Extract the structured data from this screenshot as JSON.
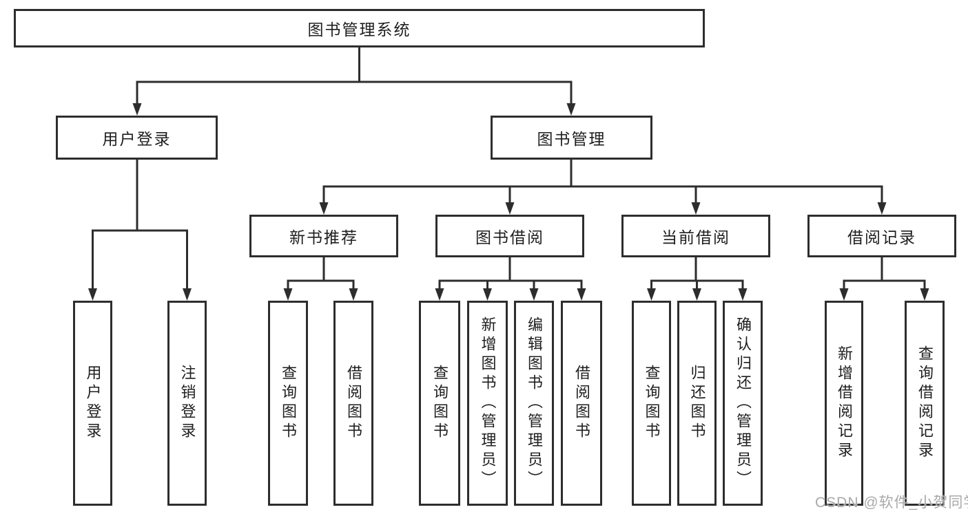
{
  "diagram": {
    "root": {
      "label": "图书管理系统"
    },
    "branches": [
      {
        "label": "用户登录",
        "children": [
          {
            "label": "用户登录"
          },
          {
            "label": "注销登录"
          }
        ]
      },
      {
        "label": "图书管理",
        "children": [
          {
            "label": "新书推荐",
            "children": [
              {
                "label": "查询图书"
              },
              {
                "label": "借阅图书"
              }
            ]
          },
          {
            "label": "图书借阅",
            "children": [
              {
                "label": "查询图书"
              },
              {
                "label": "新增图书（管理员）"
              },
              {
                "label": "编辑图书（管理员）"
              },
              {
                "label": "借阅图书"
              }
            ]
          },
          {
            "label": "当前借阅",
            "children": [
              {
                "label": "查询图书"
              },
              {
                "label": "归还图书"
              },
              {
                "label": "确认归还（管理员）"
              }
            ]
          },
          {
            "label": "借阅记录",
            "children": [
              {
                "label": "新增借阅记录"
              },
              {
                "label": "查询借阅记录"
              }
            ]
          }
        ]
      }
    ]
  },
  "watermark": {
    "text": "CSDN @软件_小贺同学"
  },
  "colors": {
    "line": "#2d2d2d",
    "box_border": "#2d2d2d",
    "box_fill": "#ffffff",
    "text": "#1e1e1e",
    "watermark": "#a9a9a9",
    "background": "#ffffff"
  }
}
